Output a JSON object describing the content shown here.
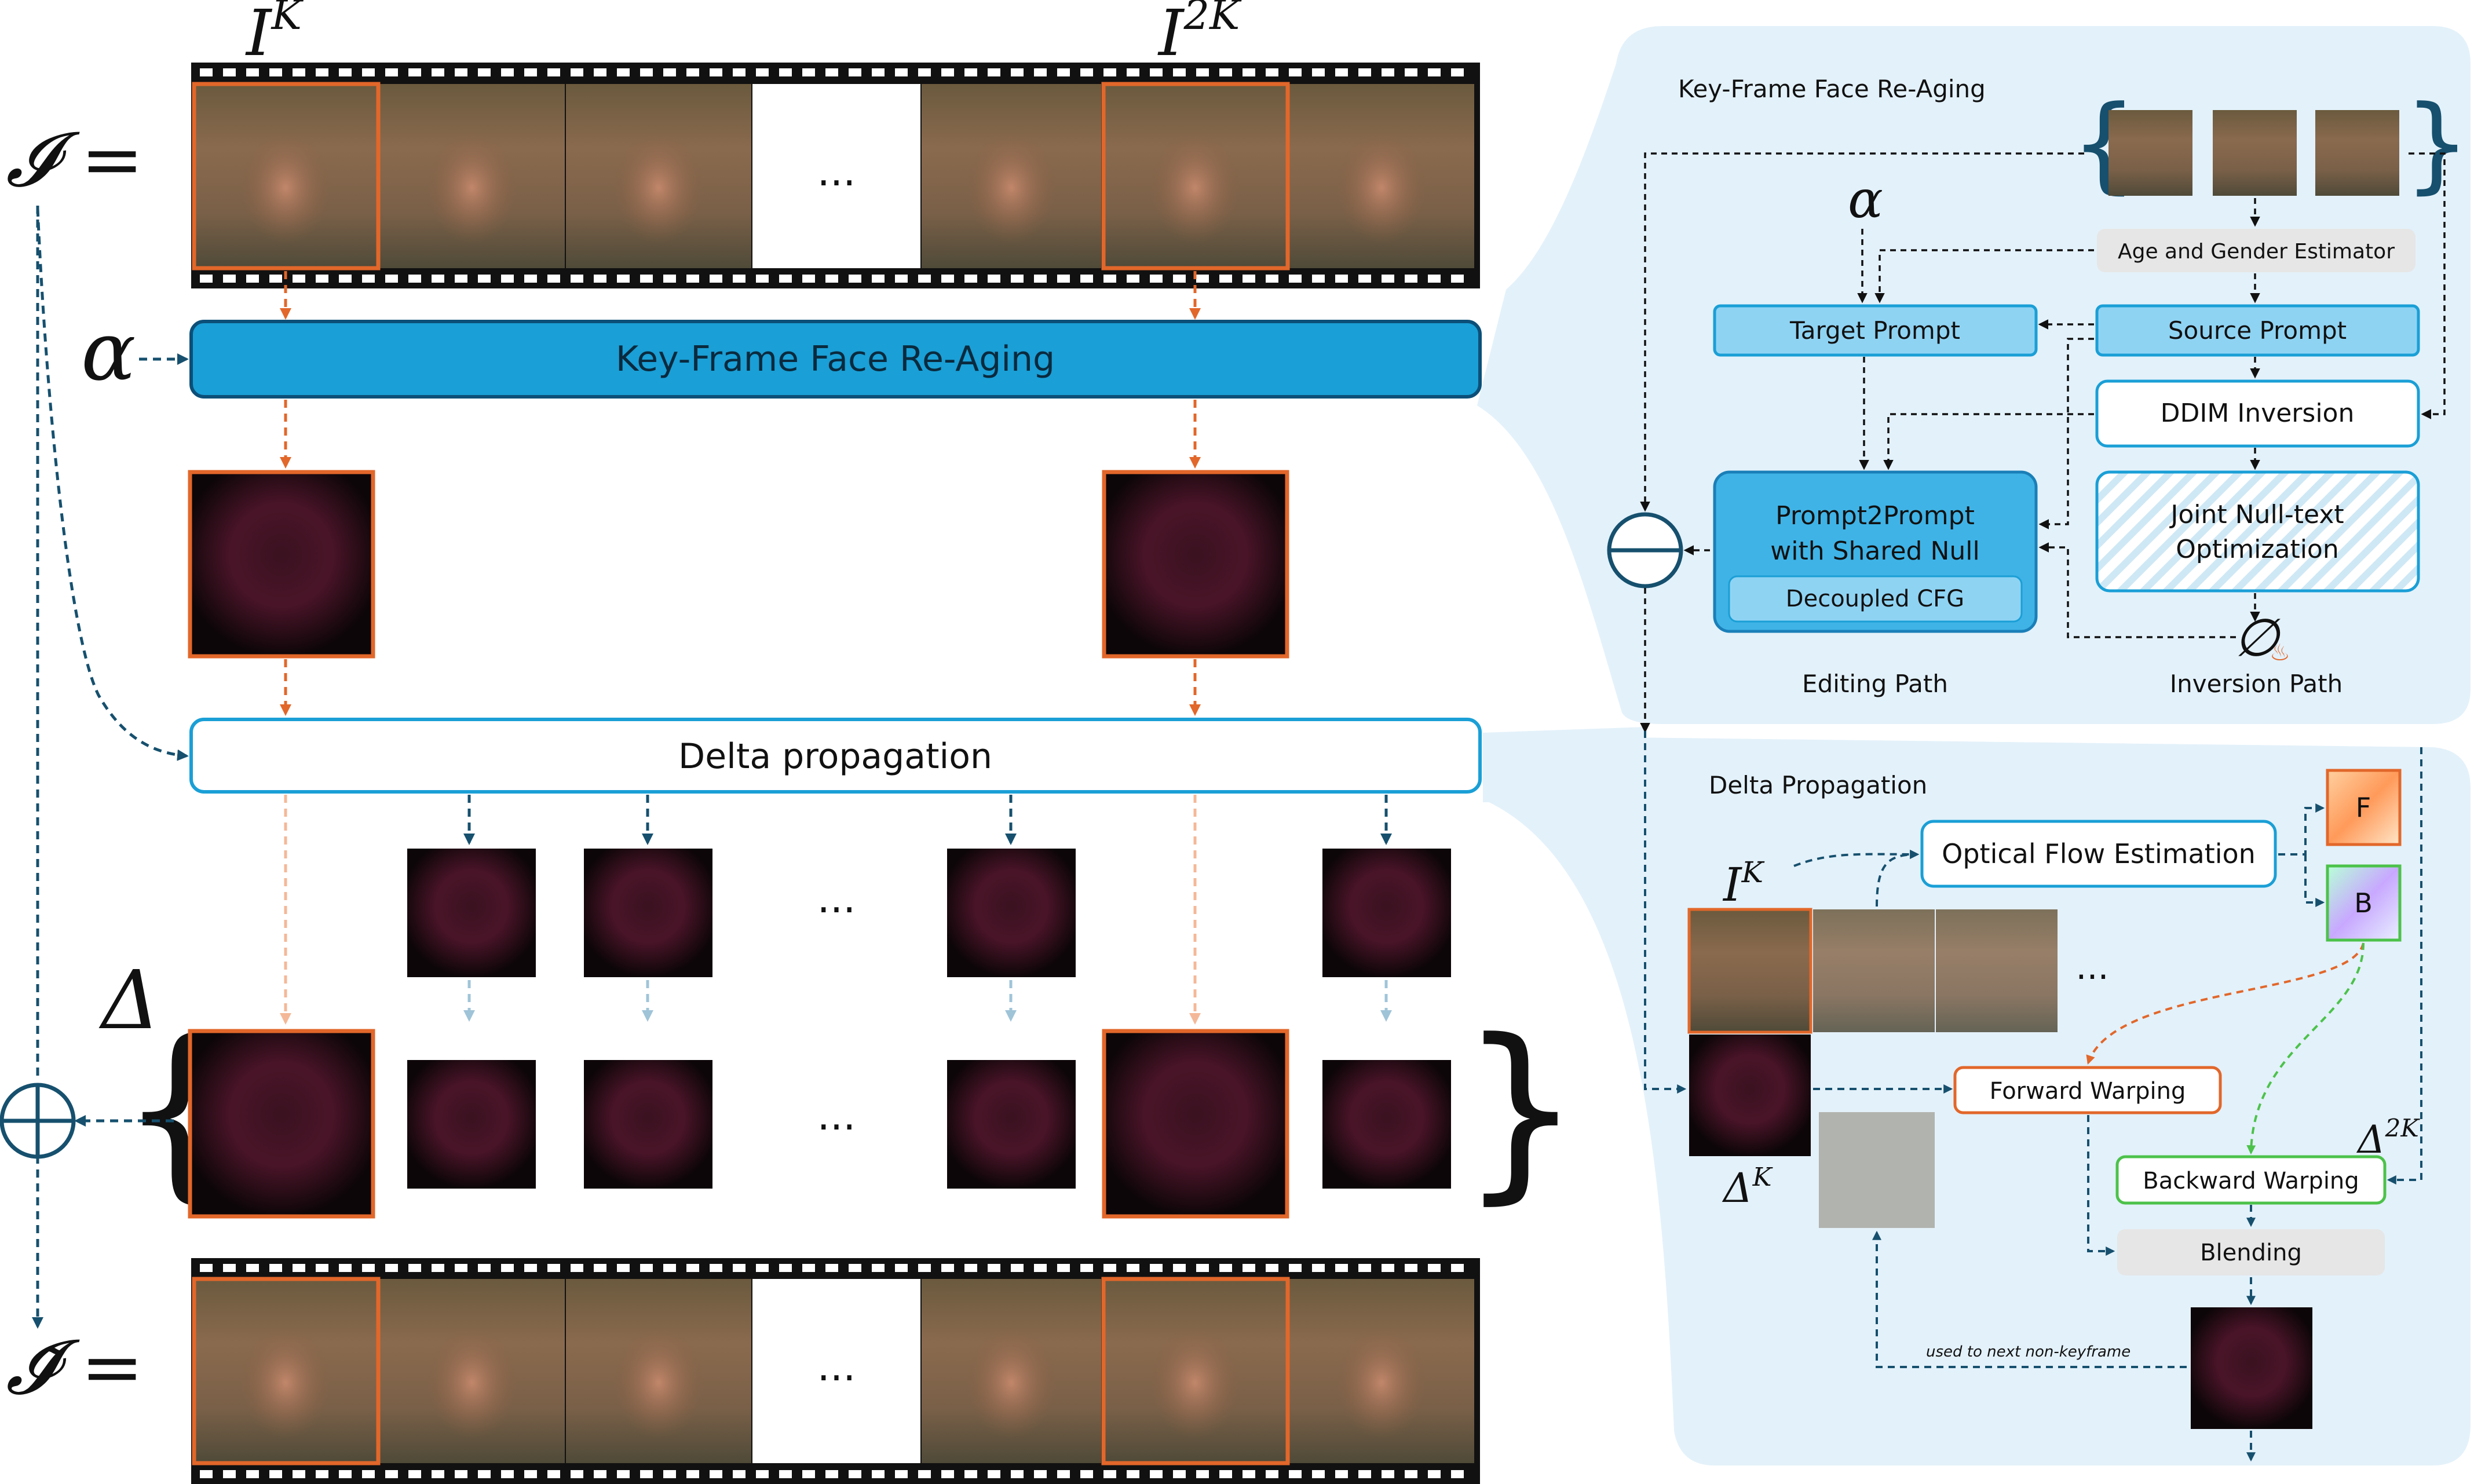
{
  "left": {
    "input_label": "𝓘 =",
    "output_label": "𝓘̃ =",
    "alpha": "α",
    "delta": "Δ",
    "key_frame_I": "I",
    "key_frame_I_sup": "K",
    "key_frame_I2": "I",
    "key_frame_I2_sup": "2K",
    "ellipsis": "...",
    "reaging_block": "Key-Frame Face Re-Aging",
    "delta_block": "Delta propagation",
    "plus_op": "⊕",
    "left_brace": "{",
    "right_brace": "}"
  },
  "kf_panel": {
    "title": "Key-Frame Face Re-Aging",
    "alpha": "α",
    "age_gender": "Age and Gender Estimator",
    "target_prompt": "Target Prompt",
    "source_prompt": "Source Prompt",
    "ddim": "DDIM Inversion",
    "p2p_line1": "Prompt2Prompt",
    "p2p_line2": "with Shared Null",
    "decoupled": "Decoupled CFG",
    "joint_line1": "Joint Null-text",
    "joint_line2": "Optimization",
    "editing_path": "Editing Path",
    "inversion_path": "Inversion Path",
    "minus_op": "⊖",
    "null_symbol": "∅"
  },
  "dp_panel": {
    "title": "Delta Propagation",
    "optical_flow": "Optical Flow Estimation",
    "F": "F",
    "B": "B",
    "forward_warp": "Forward Warping",
    "backward_warp": "Backward Warping",
    "blending": "Blending",
    "I_K": "I",
    "I_K_sup": "K",
    "delta_K": "Δ",
    "delta_K_sup": "K",
    "delta_2K": "Δ",
    "delta_2K_sup": "2K",
    "ellipsis": "...",
    "note": "used to next non-keyframe"
  },
  "colors": {
    "panel_bg": "#e3f1fa",
    "block_blue": "#1a9fd6",
    "block_border": "#0c4f78",
    "light_blue": "#8fd3f3",
    "orange": "#e2672a",
    "dark_blue_arrow": "#16506e",
    "green": "#4cc24a",
    "gray_box": "#e6e6e6"
  }
}
